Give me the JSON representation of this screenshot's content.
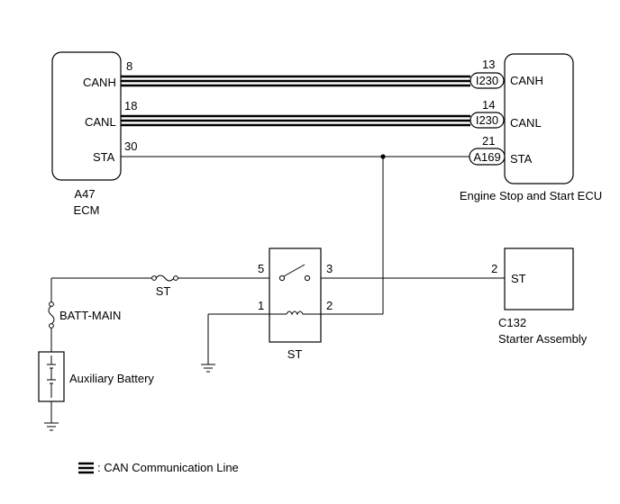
{
  "ecm": {
    "code": "A47",
    "name": "ECM",
    "pins": {
      "canh": {
        "num": "8",
        "label": "CANH"
      },
      "canl": {
        "num": "18",
        "label": "CANL"
      },
      "sta": {
        "num": "30",
        "label": "STA"
      }
    }
  },
  "stop_start_ecu": {
    "name": "Engine Stop and Start ECU",
    "pins": {
      "canh": {
        "num": "13",
        "connector": "I230",
        "label": "CANH"
      },
      "canl": {
        "num": "14",
        "connector": "I230",
        "label": "CANL"
      },
      "sta": {
        "num": "21",
        "connector": "A169",
        "label": "STA"
      }
    }
  },
  "relay": {
    "name": "ST",
    "pins": {
      "p5": "5",
      "p3": "3",
      "p1": "1",
      "p2": "2"
    }
  },
  "fuses": {
    "st": "ST",
    "batt_main": "BATT-MAIN"
  },
  "battery": {
    "label": "Auxiliary Battery"
  },
  "starter": {
    "code": "C132",
    "name": "Starter Assembly",
    "pin_num": "2",
    "pin_label": "ST"
  },
  "legend": {
    "label": ": CAN Communication Line"
  }
}
